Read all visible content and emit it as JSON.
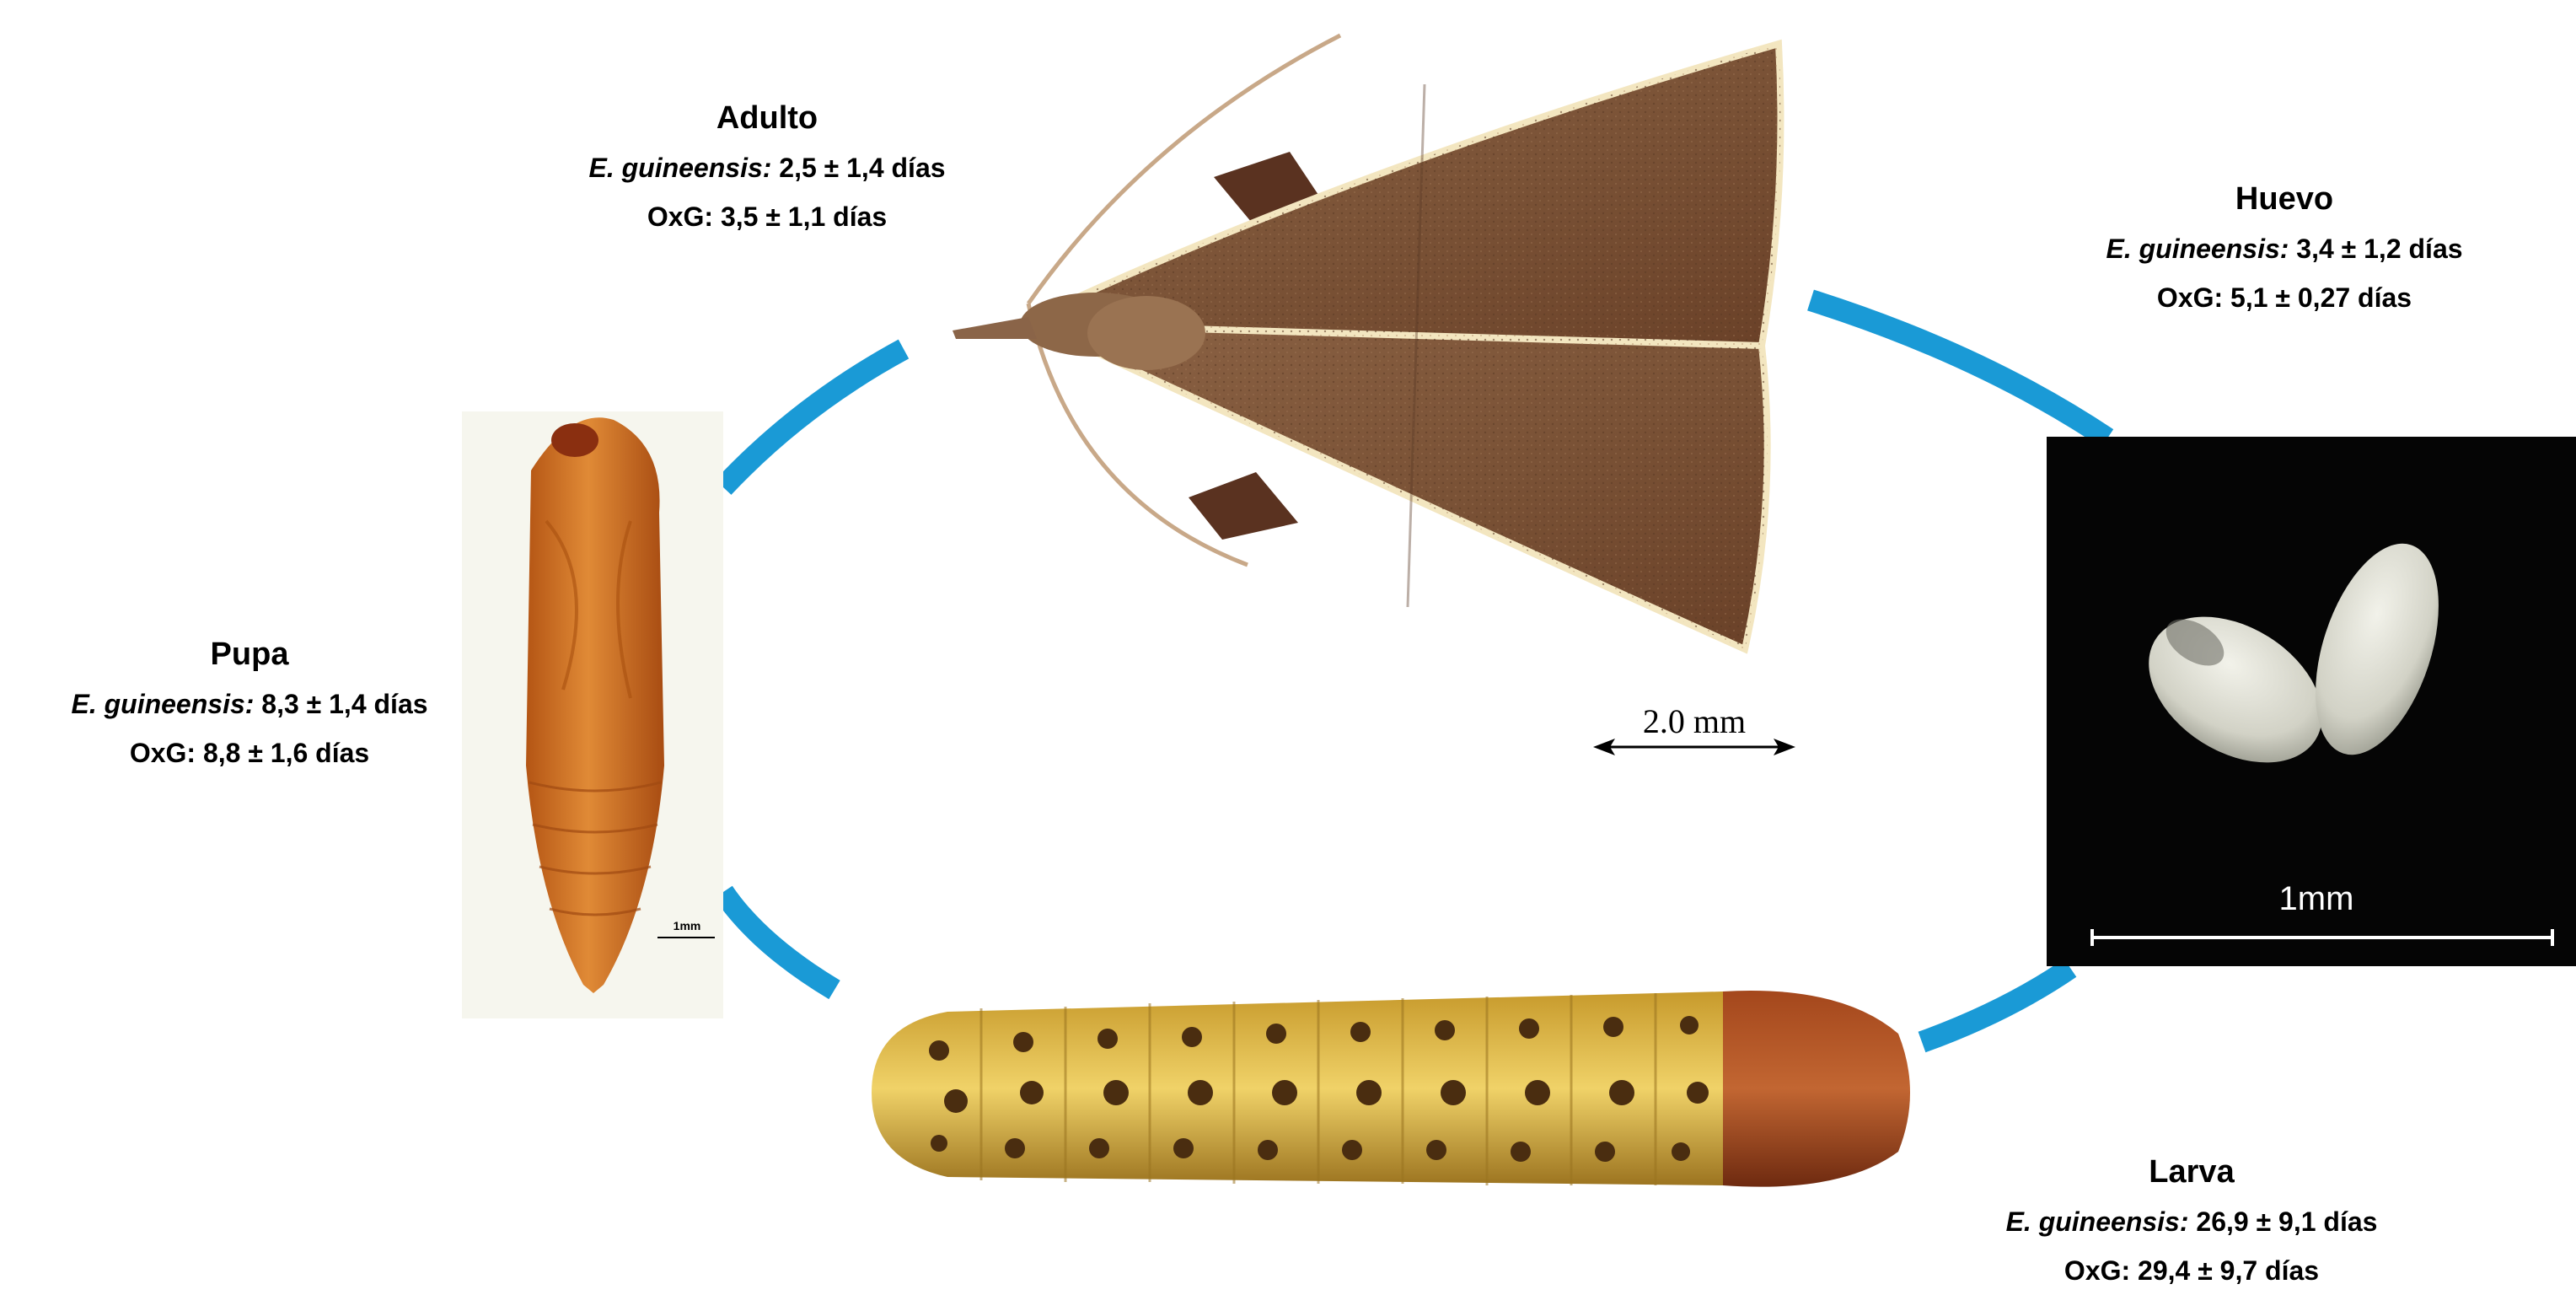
{
  "stages": {
    "adulto": {
      "title": "Adulto",
      "species_label": "E. guineensis:",
      "species_value": "2,5 ± 1,4 días",
      "oxg_label": "OxG:",
      "oxg_value": "3,5 ± 1,1 días"
    },
    "huevo": {
      "title": "Huevo",
      "species_label": "E. guineensis:",
      "species_value": "3,4 ± 1,2 días",
      "oxg_label": "OxG:",
      "oxg_value": "5,1 ± 0,27 días"
    },
    "larva": {
      "title": "Larva",
      "species_label": "E. guineensis:",
      "species_value": "26,9 ± 9,1 días",
      "oxg_label": "OxG:",
      "oxg_value": "29,4 ± 9,7 días"
    },
    "pupa": {
      "title": "Pupa",
      "species_label": "E. guineensis:",
      "species_value": "8,3 ± 1,4 días",
      "oxg_label": "OxG:",
      "oxg_value": "8,8 ± 1,6 días"
    }
  },
  "scale_bars": {
    "adult": "2.0 mm",
    "egg": "1mm",
    "pupa": "1mm"
  },
  "colors": {
    "cycle_arrow": "#1a9ad6",
    "adult_wing": "#7a5236",
    "egg_background": "#050505",
    "egg": "#dcdcd2",
    "pupa": "#c8661c",
    "larva_body": "#d9b53a",
    "larva_head": "#8a3514"
  }
}
